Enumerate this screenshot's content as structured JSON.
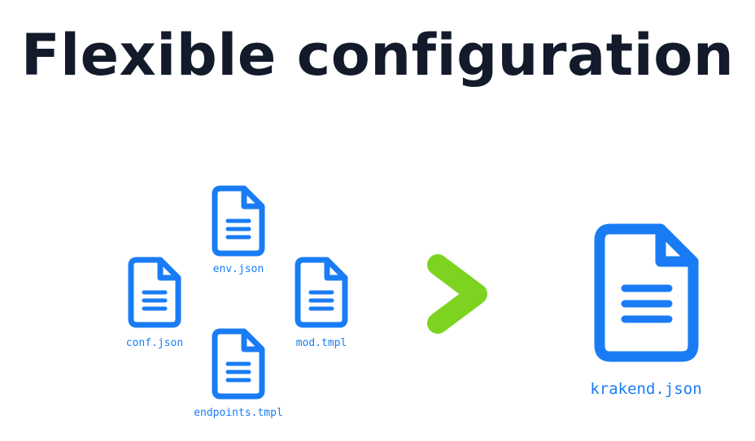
{
  "title": "Flexible configuration",
  "colors": {
    "file_blue": "#1a7cf4",
    "arrow_green": "#7ed321",
    "title_dark": "#131a2a"
  },
  "inputs": [
    {
      "label": "env.json",
      "icon": "document-icon"
    },
    {
      "label": "conf.json",
      "icon": "document-icon"
    },
    {
      "label": "mod.tmpl",
      "icon": "document-icon"
    },
    {
      "label": "endpoints.tmpl",
      "icon": "document-icon"
    }
  ],
  "output": {
    "label": "krakend.json",
    "icon": "document-icon"
  },
  "arrow_icon": "chevron-right-icon"
}
